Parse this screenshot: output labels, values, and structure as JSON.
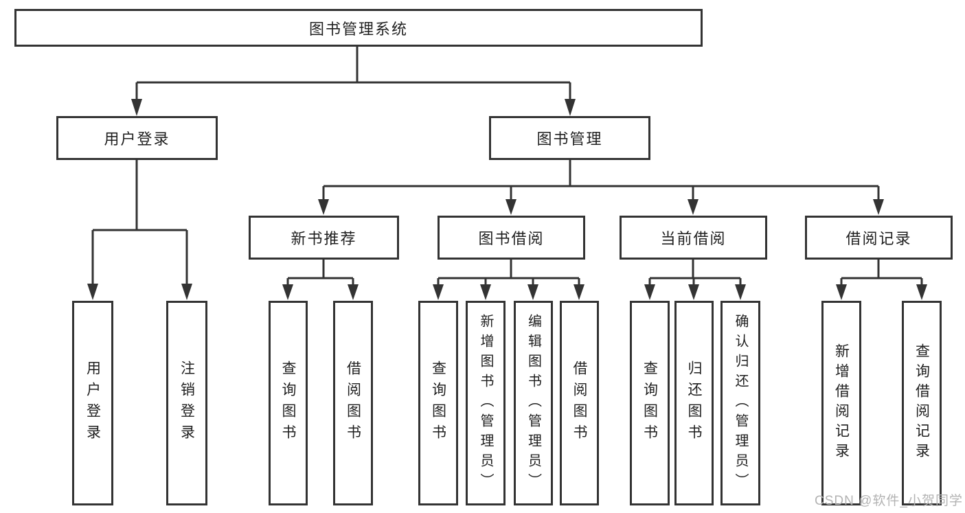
{
  "colors": {
    "line": "#333333",
    "node_border": "#333333",
    "text": "#1f1f1f",
    "background": "#ffffff",
    "watermark": "#b3b3b3"
  },
  "tree": {
    "root": {
      "label": "图书管理系统"
    },
    "level2": [
      {
        "label": "用户登录"
      },
      {
        "label": "图书管理"
      }
    ],
    "level3": [
      {
        "label": "新书推荐"
      },
      {
        "label": "图书借阅"
      },
      {
        "label": "当前借阅"
      },
      {
        "label": "借阅记录"
      }
    ],
    "leaves": {
      "user_login": [
        "用户登录",
        "注销登录"
      ],
      "new_book_recommend": [
        "查询图书",
        "借阅图书"
      ],
      "book_borrow": [
        "查询图书",
        "新增图书（管理员）",
        "编辑图书（管理员）",
        "借阅图书"
      ],
      "current_borrow": [
        "查询图书",
        "归还图书",
        "确认归还（管理员）"
      ],
      "borrow_records": [
        "新增借阅记录",
        "查询借阅记录"
      ]
    }
  },
  "watermark": "CSDN @软件_小贺同学"
}
